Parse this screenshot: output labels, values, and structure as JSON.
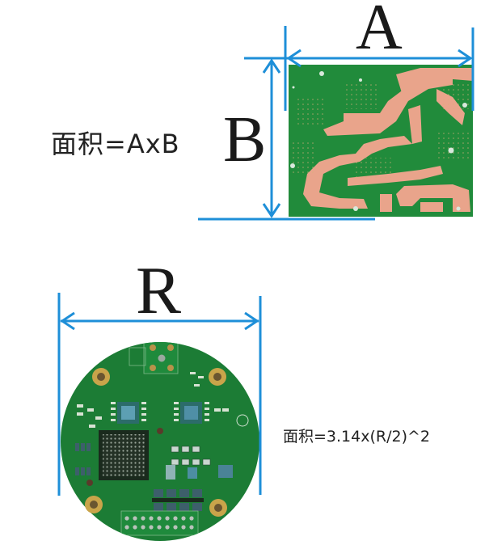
{
  "diagram": {
    "rectangular_board": {
      "label_width": "A",
      "label_height": "B",
      "formula": "面积=AxB",
      "colors": {
        "board": "#1f8a3a",
        "copper": "#e8a58c",
        "dimension_line": "#1e8fd8"
      }
    },
    "round_board": {
      "label_diameter": "R",
      "formula": "面积=3.14x(R/2)^2",
      "colors": {
        "board": "#1b7a33",
        "mount_hole": "#c9a44a",
        "dimension_line": "#1e8fd8"
      }
    }
  }
}
